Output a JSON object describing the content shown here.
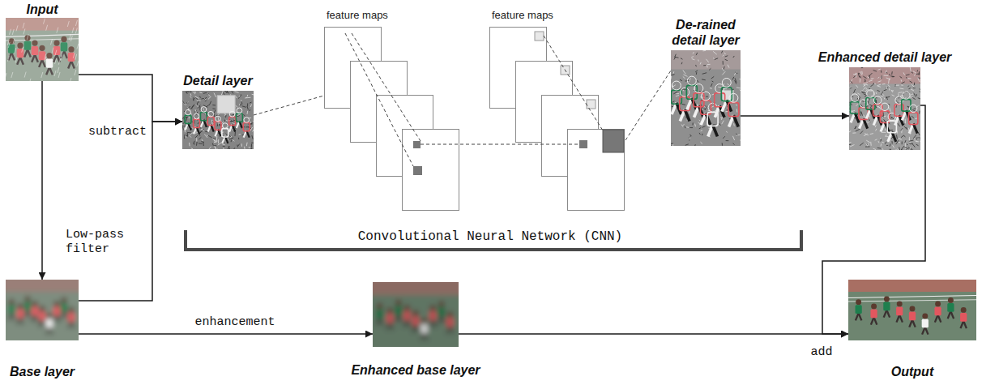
{
  "diagram": {
    "nodes": [
      {
        "text": [
          "Input"
        ]
      },
      {
        "text": [
          "Detail layer"
        ]
      },
      {
        "text": [
          "feature maps"
        ]
      },
      {
        "text": [
          "feature maps"
        ]
      },
      {
        "text": [
          "De-rained detail layer"
        ]
      },
      {
        "text": [
          "Enhanced detail layer"
        ]
      },
      {
        "text": [
          "Base layer"
        ]
      },
      {
        "text": [
          "Enhanced base layer"
        ]
      },
      {
        "text": [
          "Output"
        ]
      }
    ],
    "edges": [
      {
        "from": 0,
        "to": 1,
        "label": "subtract",
        "arrow": "to"
      },
      {
        "from": 6,
        "to": 1,
        "arrow": "to"
      },
      {
        "from": 0,
        "to": 6,
        "label": "Low-pass filter",
        "arrow": "to"
      },
      {
        "from": 1,
        "to": 2,
        "arrow": "none"
      },
      {
        "from": 2,
        "to": 3,
        "arrow": "none"
      },
      {
        "from": 3,
        "to": 4,
        "arrow": "none"
      },
      {
        "from": 4,
        "to": 5,
        "arrow": "to"
      },
      {
        "from": 5,
        "to": 8,
        "arrow": "to"
      },
      {
        "from": 6,
        "to": 7,
        "label": "enhancement",
        "arrow": "to"
      },
      {
        "from": 7,
        "to": 8,
        "label": "add",
        "arrow": "to"
      }
    ],
    "labels": [
      "Convolutional Neural Network (CNN)"
    ]
  }
}
